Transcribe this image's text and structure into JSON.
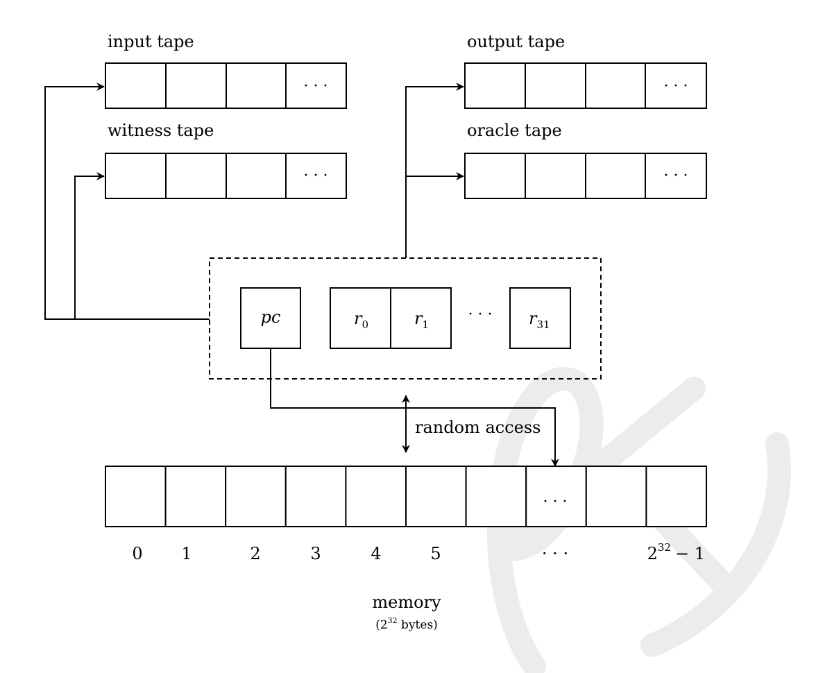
{
  "tapes": {
    "input": {
      "label": "input tape",
      "ellipsis": "· · ·"
    },
    "witness": {
      "label": "witness tape",
      "ellipsis": "· · ·"
    },
    "output": {
      "label": "output tape",
      "ellipsis": "· · ·"
    },
    "oracle": {
      "label": "oracle tape",
      "ellipsis": "· · ·"
    }
  },
  "cpu": {
    "pc": "pc",
    "r": "r",
    "r0_sub": "0",
    "r1_sub": "1",
    "r31_sub": "31",
    "ellipsis": "· · ·"
  },
  "access_label": "random access",
  "memory": {
    "cell_ellipsis": "· · ·",
    "indices": [
      "0",
      "1",
      "2",
      "3",
      "4",
      "5",
      "",
      "· · ·",
      "",
      ""
    ],
    "last_index_base": "2",
    "last_index_exp": "32",
    "last_index_tail": "− 1",
    "title": "memory",
    "size_open": "(2",
    "size_exp": "32",
    "size_close": " bytes)"
  }
}
